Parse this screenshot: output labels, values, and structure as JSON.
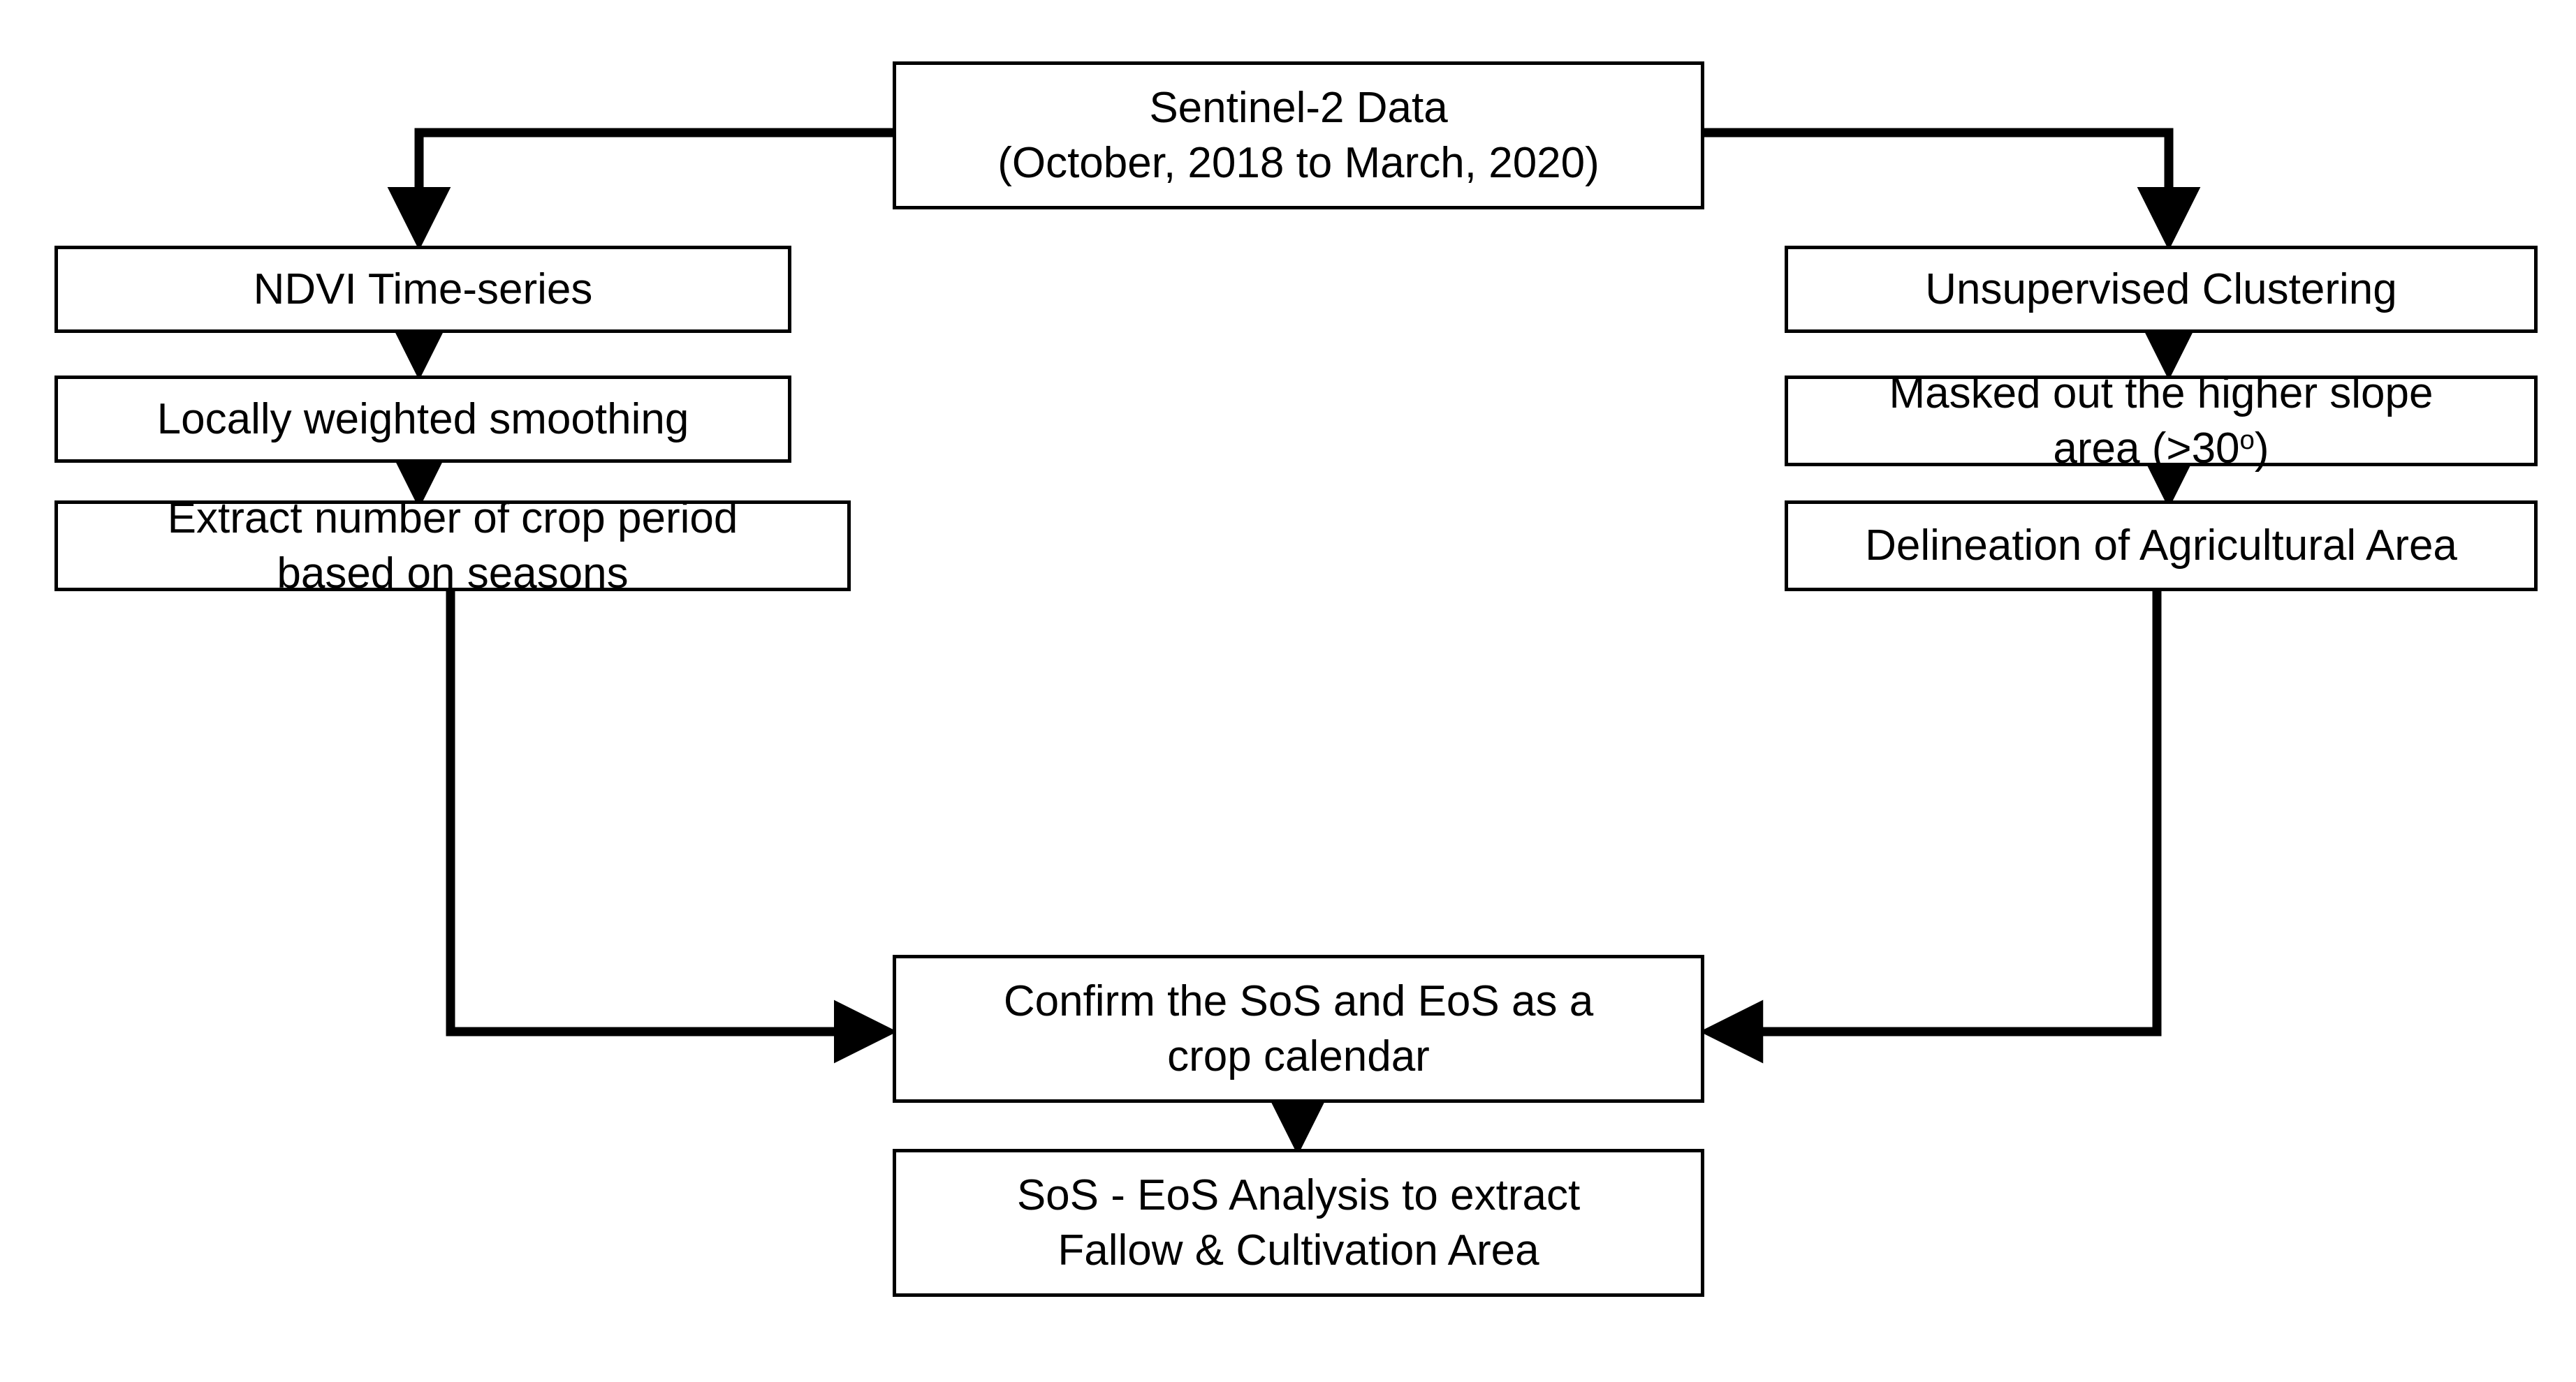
{
  "diagram": {
    "type": "flowchart",
    "title": "Methodology flowchart for crop calendar and fallow / cultivation area extraction",
    "background_color": "#ffffff",
    "line_color": "#000000",
    "box_fill": "#ffffff",
    "nodes": [
      {
        "id": "sentinel-data",
        "name": "sentinel-2-data-box",
        "line1": "Sentinel-2 Data",
        "line2": "(October, 2018 to March, 2020)"
      },
      {
        "id": "ndvi-time-series",
        "name": "ndvi-time-series-box",
        "line1": "NDVI Time-series",
        "line2": ""
      },
      {
        "id": "locally-weighted-smoothing",
        "name": "locally-weighted-smoothing-box",
        "line1": "Locally weighted smoothing",
        "line2": ""
      },
      {
        "id": "extract-crop-period",
        "name": "extract-crop-period-box",
        "line1": "Extract number of crop period",
        "line2": "based on seasons"
      },
      {
        "id": "unsupervised-clustering",
        "name": "unsupervised-clustering-box",
        "line1": "Unsupervised Clustering",
        "line2": ""
      },
      {
        "id": "masked-slope",
        "name": "masked-higher-slope-box",
        "line1": "Masked out the higher slope",
        "line2_prefix": "area  (>30",
        "line2_sup": "o",
        "line2_suffix": ")"
      },
      {
        "id": "delineation-agricultural-area",
        "name": "delineation-agricultural-area-box",
        "line1": "Delineation of Agricultural Area",
        "line2": ""
      },
      {
        "id": "confirm-sos-eos",
        "name": "confirm-sos-eos-crop-calendar-box",
        "line1": "Confirm the SoS and EoS as a",
        "line2": "crop calendar"
      },
      {
        "id": "sos-eos-analysis",
        "name": "sos-eos-analysis-box",
        "line1": "SoS - EoS Analysis to extract",
        "line2": "Fallow & Cultivation Area"
      }
    ],
    "edges": [
      {
        "from": "sentinel-data",
        "to": "ndvi-time-series",
        "style": "elbow-left-down"
      },
      {
        "from": "sentinel-data",
        "to": "unsupervised-clustering",
        "style": "elbow-right-down"
      },
      {
        "from": "ndvi-time-series",
        "to": "locally-weighted-smoothing",
        "style": "straight-down"
      },
      {
        "from": "locally-weighted-smoothing",
        "to": "extract-crop-period",
        "style": "straight-down"
      },
      {
        "from": "unsupervised-clustering",
        "to": "masked-slope",
        "style": "straight-down"
      },
      {
        "from": "masked-slope",
        "to": "delineation-agricultural-area",
        "style": "straight-down"
      },
      {
        "from": "extract-crop-period",
        "to": "confirm-sos-eos",
        "style": "elbow-down-right"
      },
      {
        "from": "delineation-agricultural-area",
        "to": "confirm-sos-eos",
        "style": "elbow-down-left"
      },
      {
        "from": "confirm-sos-eos",
        "to": "sos-eos-analysis",
        "style": "straight-down"
      }
    ]
  }
}
